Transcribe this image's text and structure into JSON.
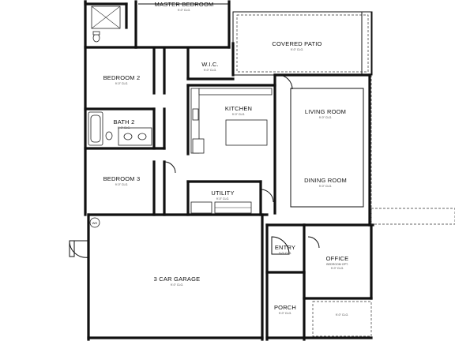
{
  "rooms": {
    "master_bedroom": {
      "label": "MASTER BEDROOM",
      "dim": "9'-0\" CLG."
    },
    "covered_patio": {
      "label": "COVERED PATIO",
      "dim": "9'-0\" CLG."
    },
    "wic": {
      "label": "W.I.C.",
      "dim": "9'-0\" CLG."
    },
    "bedroom2": {
      "label": "BEDROOM 2",
      "dim": "9'-0\" CLG."
    },
    "kitchen": {
      "label": "KITCHEN",
      "dim": "9'-0\" CLG."
    },
    "living_room": {
      "label": "LIVING ROOM",
      "dim": "9'-0\" CLG."
    },
    "bath2": {
      "label": "BATH 2",
      "dim": "9'-0\" CLG."
    },
    "bedroom3": {
      "label": "BEDROOM 3",
      "dim": "9'-0\" CLG."
    },
    "dining_room": {
      "label": "DINING ROOM",
      "dim": "9'-0\" CLG."
    },
    "utility": {
      "label": "UTILITY",
      "dim": "9'-0\" CLG."
    },
    "entry": {
      "label": "ENTRY",
      "dim": "9'-0\" CLG."
    },
    "office": {
      "label": "OFFICE",
      "dim": "BEDROOM OPT.",
      "dim2": "9'-0\" CLG."
    },
    "garage": {
      "label": "3 CAR GARAGE",
      "dim": "9'-0\" CLG."
    },
    "porch": {
      "label": "PORCH",
      "dim": "9'-0\" CLG."
    },
    "front_patio": {
      "dim": "9'-0\" CLG."
    }
  },
  "fixtures": {
    "water_heater": "WH"
  }
}
